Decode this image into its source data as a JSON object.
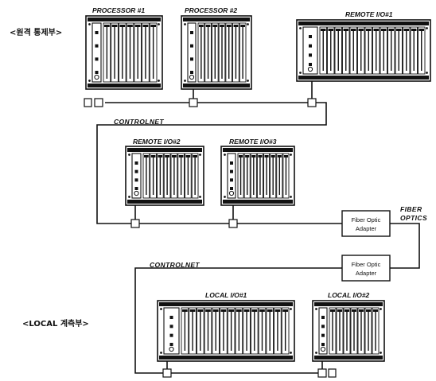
{
  "sections": {
    "remote_control": "<원격 통제부>",
    "local_measurement": "<LOCAL 계측부>"
  },
  "networks": {
    "controlnet_upper": "CONTROLNET",
    "controlnet_lower": "CONTROLNET",
    "fiber_optics_line1": "FIBER",
    "fiber_optics_line2": "OPTICS"
  },
  "racks": {
    "processor_1": "PROCESSOR #1",
    "processor_2": "PROCESSOR #2",
    "remote_io_1": "REMOTE I/O#1",
    "remote_io_2": "REMOTE I/O#2",
    "remote_io_3": "REMOTE I/O#3",
    "local_io_1": "LOCAL I/O#1",
    "local_io_2": "LOCAL I/O#2"
  },
  "adapters": {
    "adapter_upper": {
      "line1": "Fiber Optic",
      "line2": "Adapter"
    },
    "adapter_lower": {
      "line1": "Fiber Optic",
      "line2": "Adapter"
    }
  }
}
